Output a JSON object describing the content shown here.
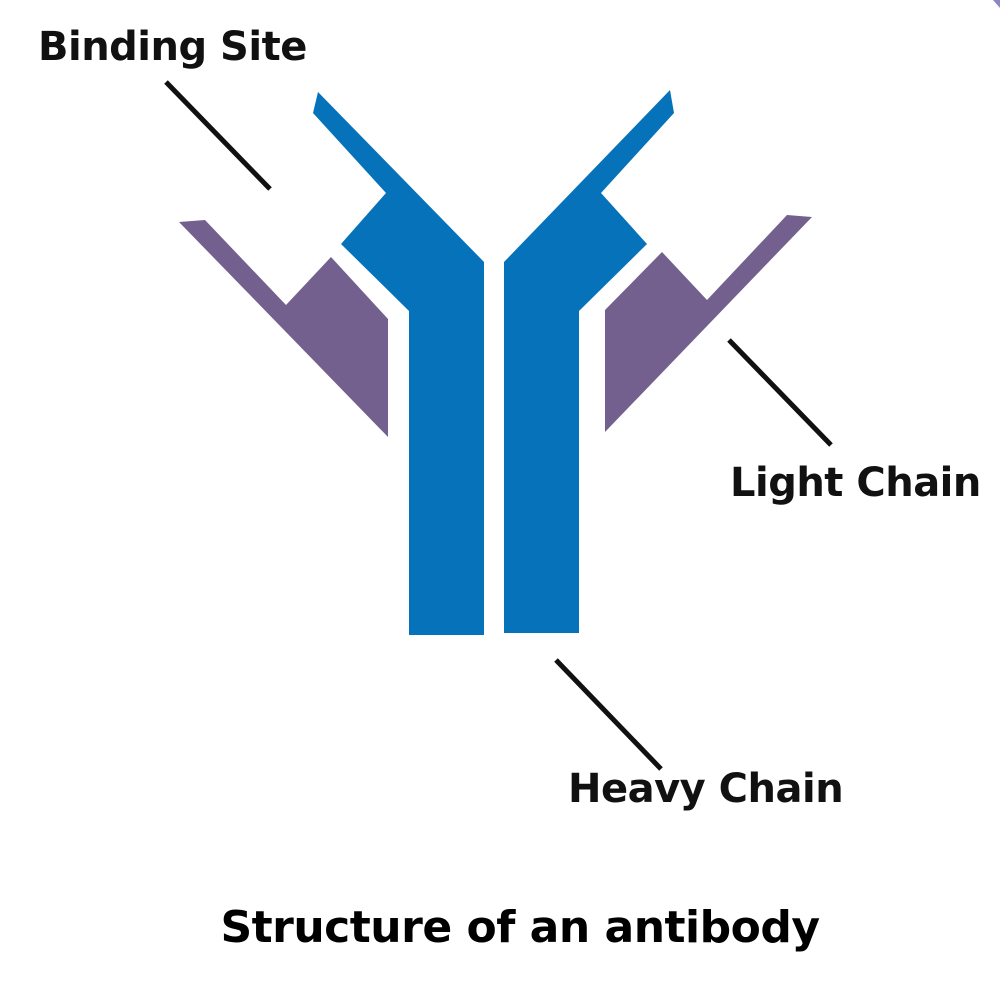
{
  "title": "Structure of an antibody",
  "labels": {
    "binding_site": "Binding Site",
    "light_chain": "Light Chain",
    "heavy_chain": "Heavy Chain"
  },
  "colors": {
    "heavy_chain": "#0672B9",
    "light_chain": "#73608E",
    "leader_line": "#111111",
    "corner_accent": "#8A86C8"
  },
  "components": [
    {
      "name": "left-heavy-chain",
      "type": "heavy chain",
      "side": "left"
    },
    {
      "name": "right-heavy-chain",
      "type": "heavy chain",
      "side": "right"
    },
    {
      "name": "left-light-chain",
      "type": "light chain",
      "side": "left"
    },
    {
      "name": "right-light-chain",
      "type": "light chain",
      "side": "right"
    }
  ]
}
